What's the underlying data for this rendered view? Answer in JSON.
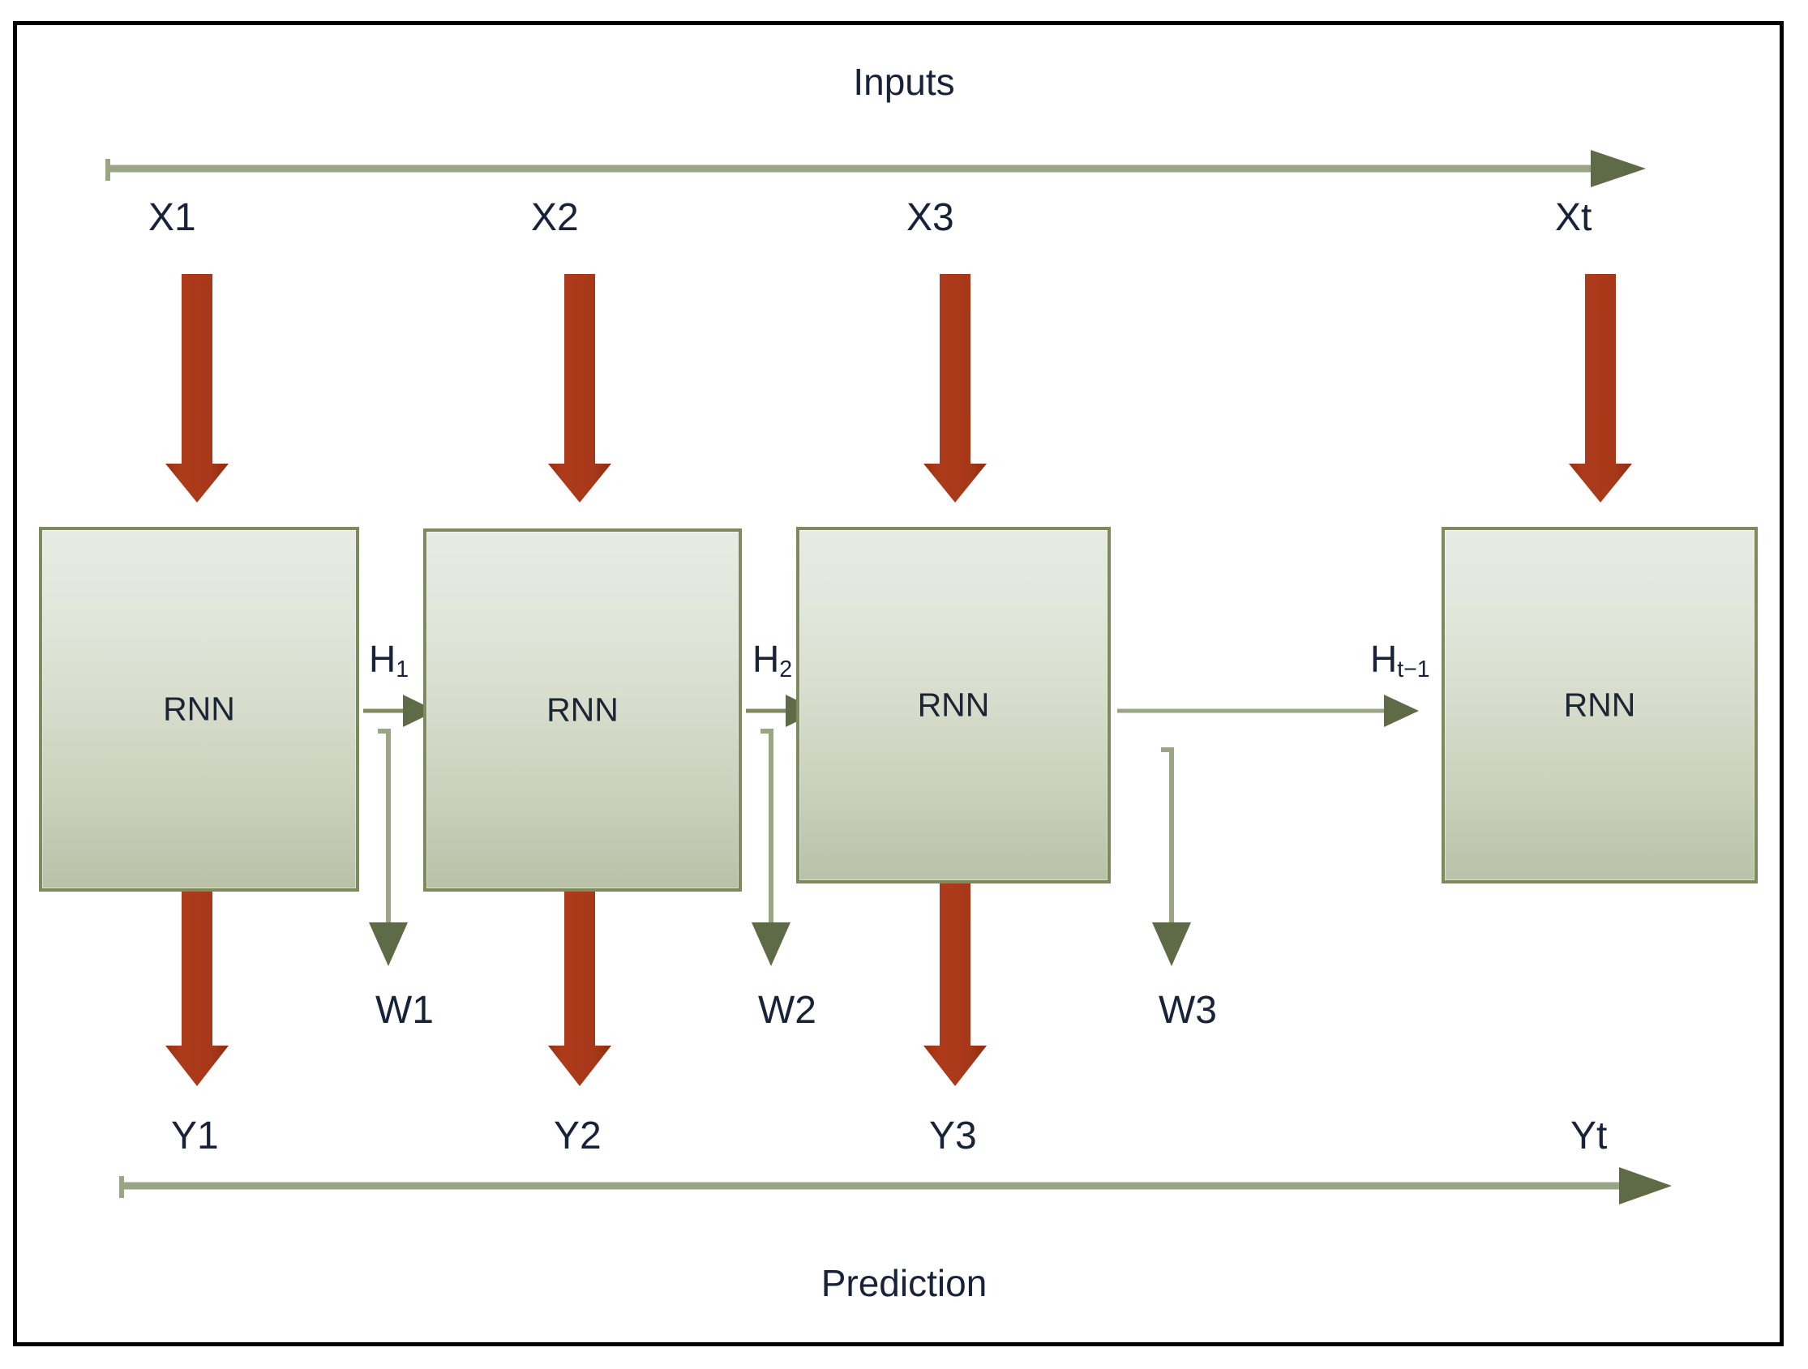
{
  "figure": {
    "title_top": "Inputs",
    "title_bottom": "Prediction",
    "frame_color": "#000000",
    "accent_red": "#a8381a",
    "accent_green_line": "#9aa583",
    "accent_green_dark": "#5f6b47",
    "box_border": "#7c8a5c",
    "text_color": "#18233a"
  },
  "inputs": {
    "axis_label": "Inputs",
    "labels": [
      "X1",
      "X2",
      "X3",
      "Xt"
    ],
    "arrow_icon": "down-arrow-red-icon"
  },
  "cells": [
    {
      "label": "RNN"
    },
    {
      "label": "RNN"
    },
    {
      "label": "RNN"
    },
    {
      "label": "RNN"
    }
  ],
  "hidden_states": [
    {
      "text": "H",
      "sub": "1"
    },
    {
      "text": "H",
      "sub": "2"
    },
    {
      "text": "H",
      "sub": "t−1"
    }
  ],
  "weights": {
    "labels": [
      "W1",
      "W2",
      "W3"
    ],
    "arrow_icon": "down-arrow-green-icon"
  },
  "outputs": {
    "axis_label": "Prediction",
    "labels": [
      "Y1",
      "Y2",
      "Y3",
      "Yt"
    ],
    "arrow_icon": "down-arrow-red-icon"
  },
  "axes": {
    "top_arrow_icon": "right-arrow-green-icon",
    "bottom_arrow_icon": "right-arrow-green-icon"
  }
}
